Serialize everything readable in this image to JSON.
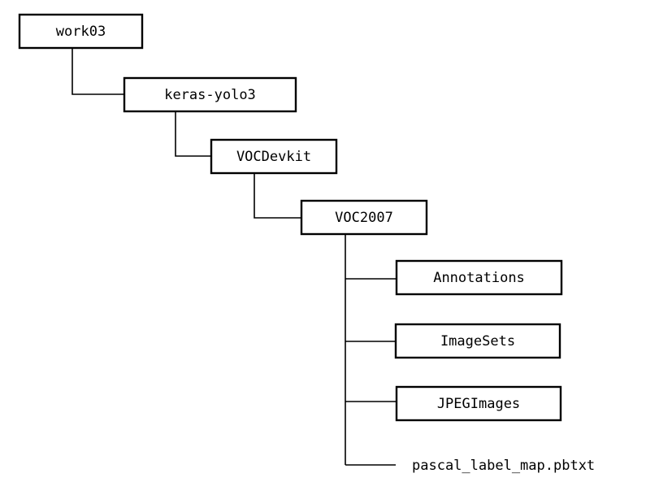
{
  "diagram": {
    "root": "work03",
    "level1": "keras-yolo3",
    "level2": "VOCDevkit",
    "level3": "VOC2007",
    "children": [
      "Annotations",
      "ImageSets",
      "JPEGImages"
    ],
    "file": "pascal_label_map.pbtxt"
  }
}
